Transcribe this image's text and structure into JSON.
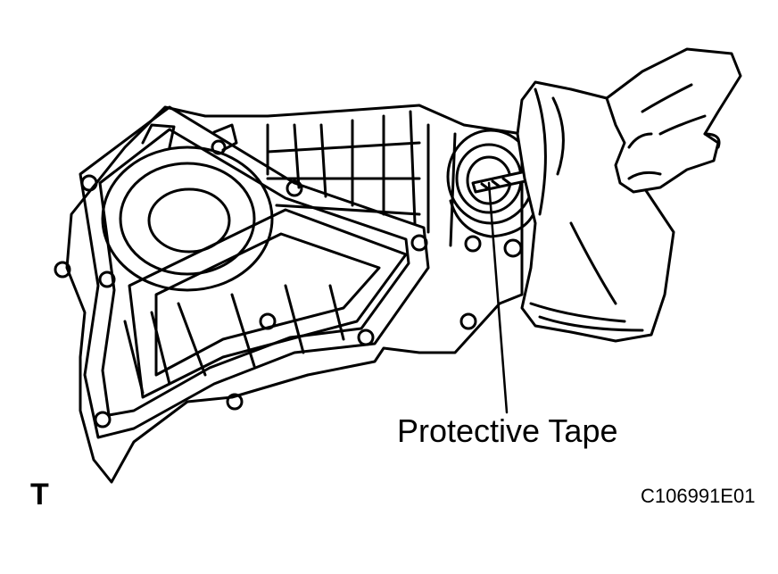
{
  "diagram": {
    "callout_label": "Protective Tape",
    "corner_mark": "T",
    "figure_id": "C106991E01"
  }
}
